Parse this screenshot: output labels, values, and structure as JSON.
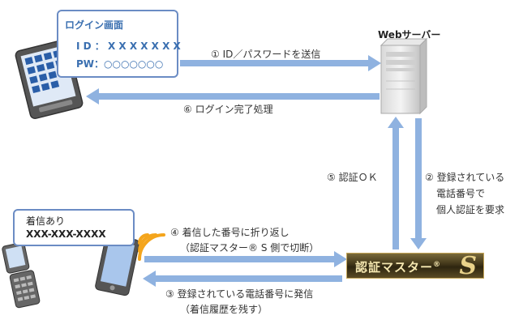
{
  "login_callout": {
    "title": "ログイン画面",
    "id_line": "I D ： X X X X X X X",
    "pw_line": "PW：○○○○○○○"
  },
  "server": {
    "label": "Webサーバー"
  },
  "steps": {
    "s1": "① ID／パスワードを送信",
    "s6": "⑥ ログイン完了処理",
    "s5": "⑤ 認証ＯＫ",
    "s2_l1": "② 登録されている",
    "s2_l2": "電話番号で",
    "s2_l3": "個人認証を要求",
    "s4_l1": "④ 着信した番号に折り返し",
    "s4_l2": "（認証マスター® S 側で切断）",
    "s3_l1": "③ 登録されている電話番号に発信",
    "s3_l2": "（着信履歴を残す）"
  },
  "call_callout": {
    "title": "着信あり",
    "number": "XXX-XXX-XXXX"
  },
  "service": {
    "name": "認証マスター",
    "mark": "®",
    "letter": "S"
  },
  "colors": {
    "arrow": "#8fb2e0",
    "callout_border": "#6b8cc4",
    "accent": "#3a6fb0"
  }
}
